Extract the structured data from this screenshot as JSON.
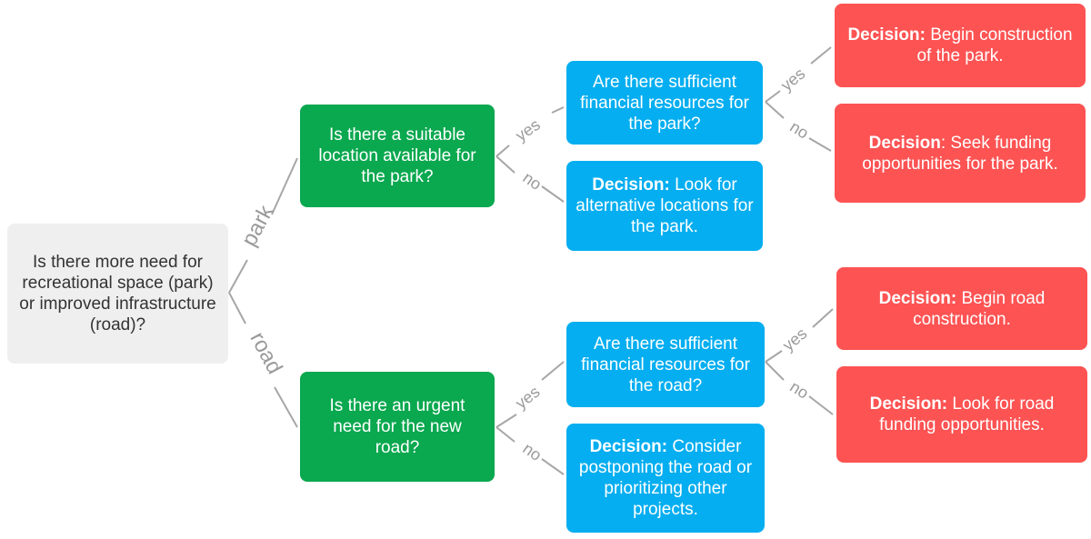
{
  "colors": {
    "root": "#efefef",
    "question": "#0aa84f",
    "sub_question": "#05aef0",
    "decision": "#fd5353",
    "connector": "#a6a6a6",
    "edge_label": "#9a9a9a"
  },
  "nodes": {
    "root": {
      "text": "Is there more need for recreational space (park) or improved infrastructure (road)?"
    },
    "park_location": {
      "text": "Is there a suitable location available for the park?"
    },
    "road_urgent": {
      "text": "Is there an urgent need for the new road?"
    },
    "park_funds": {
      "text": "Are there sufficient financial resources for the park?"
    },
    "park_alt": {
      "prefix": "Decision:",
      "text": " Look for alternative locations for the park."
    },
    "road_funds": {
      "text": "Are there sufficient financial resources for the road?"
    },
    "road_postpone": {
      "prefix": "Decision:",
      "text": " Consider postponing the road or prioritizing other projects."
    },
    "park_build": {
      "prefix": "Decision:",
      "text": " Begin construction of the park."
    },
    "park_seek": {
      "prefix": "Decision",
      "text": ": Seek funding opportunities for the park."
    },
    "road_build": {
      "prefix": "Decision:",
      "text": " Begin road construction."
    },
    "road_seek": {
      "prefix": "Decision:",
      "text": " Look for road funding opportunities."
    }
  },
  "edges": {
    "park": "park",
    "road": "road",
    "park_yes": "yes",
    "park_no": "no",
    "road_yes": "yes",
    "road_no": "no",
    "park_funds_yes": "yes",
    "park_funds_no": "no",
    "road_funds_yes": "yes",
    "road_funds_no": "no"
  }
}
